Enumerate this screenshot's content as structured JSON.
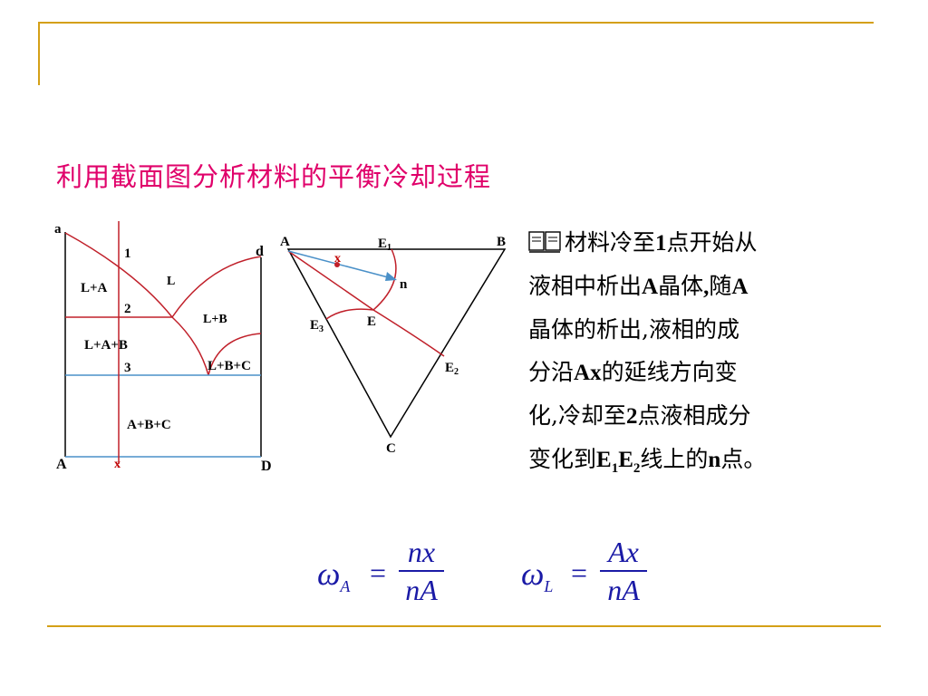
{
  "title": "利用截面图分析材料的平衡冷却过程",
  "bullet_icon": "book-icon",
  "description": {
    "line1_pre": "材料冷至",
    "line1_bold": "1",
    "line1_post": "点开始从",
    "line2_pre": "液相中析出",
    "line2_bold": "A",
    "line2_mid": "晶体",
    "line2_bold2": ",",
    "line2_mid2": "随",
    "line2_bold3": "A",
    "line3": "晶体的析出,液相的成",
    "line4_pre": "分沿",
    "line4_bold": "Ax",
    "line4_post": "的延线方向变",
    "line5_pre": "化,冷却至",
    "line5_bold": "2",
    "line5_post": "点液相成分",
    "line6_pre": "变化到",
    "line6_e1": "E",
    "line6_s1": "1",
    "line6_e2": "E",
    "line6_s2": "2",
    "line6_mid": "线上的",
    "line6_bold": "n",
    "line6_post": "点。"
  },
  "section_diagram": {
    "corner_a": "a",
    "corner_d": "d",
    "corner_A": "A",
    "corner_D": "D",
    "x_label": "x",
    "point_1": "1",
    "point_2": "2",
    "point_3": "3",
    "region_L": "L",
    "region_LA": "L+A",
    "region_LB": "L+B",
    "region_LAB": "L+A+B",
    "region_LBC": "L+B+C",
    "region_ABC": "A+B+C"
  },
  "triangle_diagram": {
    "vertex_A": "A",
    "vertex_B": "B",
    "vertex_C": "C",
    "point_x": "x",
    "point_n": "n",
    "point_E": "E",
    "point_E1": "E",
    "point_E1_sub": "1",
    "point_E2": "E",
    "point_E2_sub": "2",
    "point_E3": "E",
    "point_E3_sub": "3"
  },
  "formulas": [
    {
      "symbol": "ω",
      "subscript": "A",
      "equals": "=",
      "numerator": "nx",
      "denominator": "nA"
    },
    {
      "symbol": "ω",
      "subscript": "L",
      "equals": "=",
      "numerator": "Ax",
      "denominator": "nA"
    }
  ],
  "colors": {
    "frame": "#d4a017",
    "title": "#e0006a",
    "formula": "#1a1aa6",
    "curve_red": "#c0202a",
    "tie_blue": "#4a90c8"
  }
}
